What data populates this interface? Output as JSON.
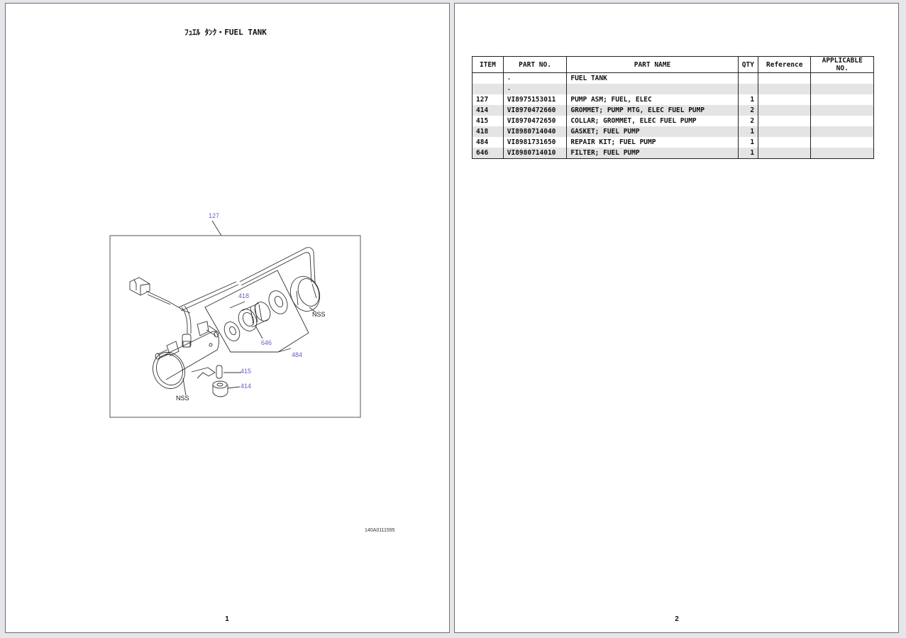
{
  "pages": [
    {
      "number": "1",
      "title": "ﾌｭｴﾙ ﾀﾝｸ・FUEL TANK",
      "drawing_id": "140A0111595",
      "callouts": [
        {
          "label": "127"
        },
        {
          "label": "418"
        },
        {
          "label": "646"
        },
        {
          "label": "484"
        },
        {
          "label": "415"
        },
        {
          "label": "414"
        }
      ],
      "nss_labels": [
        "NSS",
        "NSS"
      ]
    },
    {
      "number": "2",
      "table": {
        "headers": [
          "ITEM",
          "PART NO.",
          "PART NAME",
          "QTY",
          "Reference",
          "APPLICABLE NO."
        ],
        "rows": [
          {
            "item": "",
            "part_no": ".",
            "part_name": "FUEL TANK",
            "qty": "",
            "reference": "",
            "applicable": ""
          },
          {
            "item": "",
            "part_no": ".",
            "part_name": "",
            "qty": "",
            "reference": "",
            "applicable": ""
          },
          {
            "item": "127",
            "part_no": "VI8975153011",
            "part_name": "PUMP ASM; FUEL, ELEC",
            "qty": "1",
            "reference": "",
            "applicable": ""
          },
          {
            "item": "414",
            "part_no": "VI8970472660",
            "part_name": "GROMMET; PUMP MTG, ELEC FUEL PUMP",
            "qty": "2",
            "reference": "",
            "applicable": ""
          },
          {
            "item": "415",
            "part_no": "VI8970472650",
            "part_name": "COLLAR; GROMMET, ELEC FUEL PUMP",
            "qty": "2",
            "reference": "",
            "applicable": ""
          },
          {
            "item": "418",
            "part_no": "VI8980714040",
            "part_name": "GASKET; FUEL PUMP",
            "qty": "1",
            "reference": "",
            "applicable": ""
          },
          {
            "item": "484",
            "part_no": "VI8981731650",
            "part_name": "REPAIR KIT; FUEL PUMP",
            "qty": "1",
            "reference": "",
            "applicable": ""
          },
          {
            "item": "646",
            "part_no": "VI8980714010",
            "part_name": "FILTER; FUEL PUMP",
            "qty": "1",
            "reference": "",
            "applicable": ""
          }
        ]
      }
    }
  ],
  "colors": {
    "callout": "#6262c8",
    "row_alt": "#e4e4e4",
    "viewer_bg": "#e6e6ea"
  }
}
